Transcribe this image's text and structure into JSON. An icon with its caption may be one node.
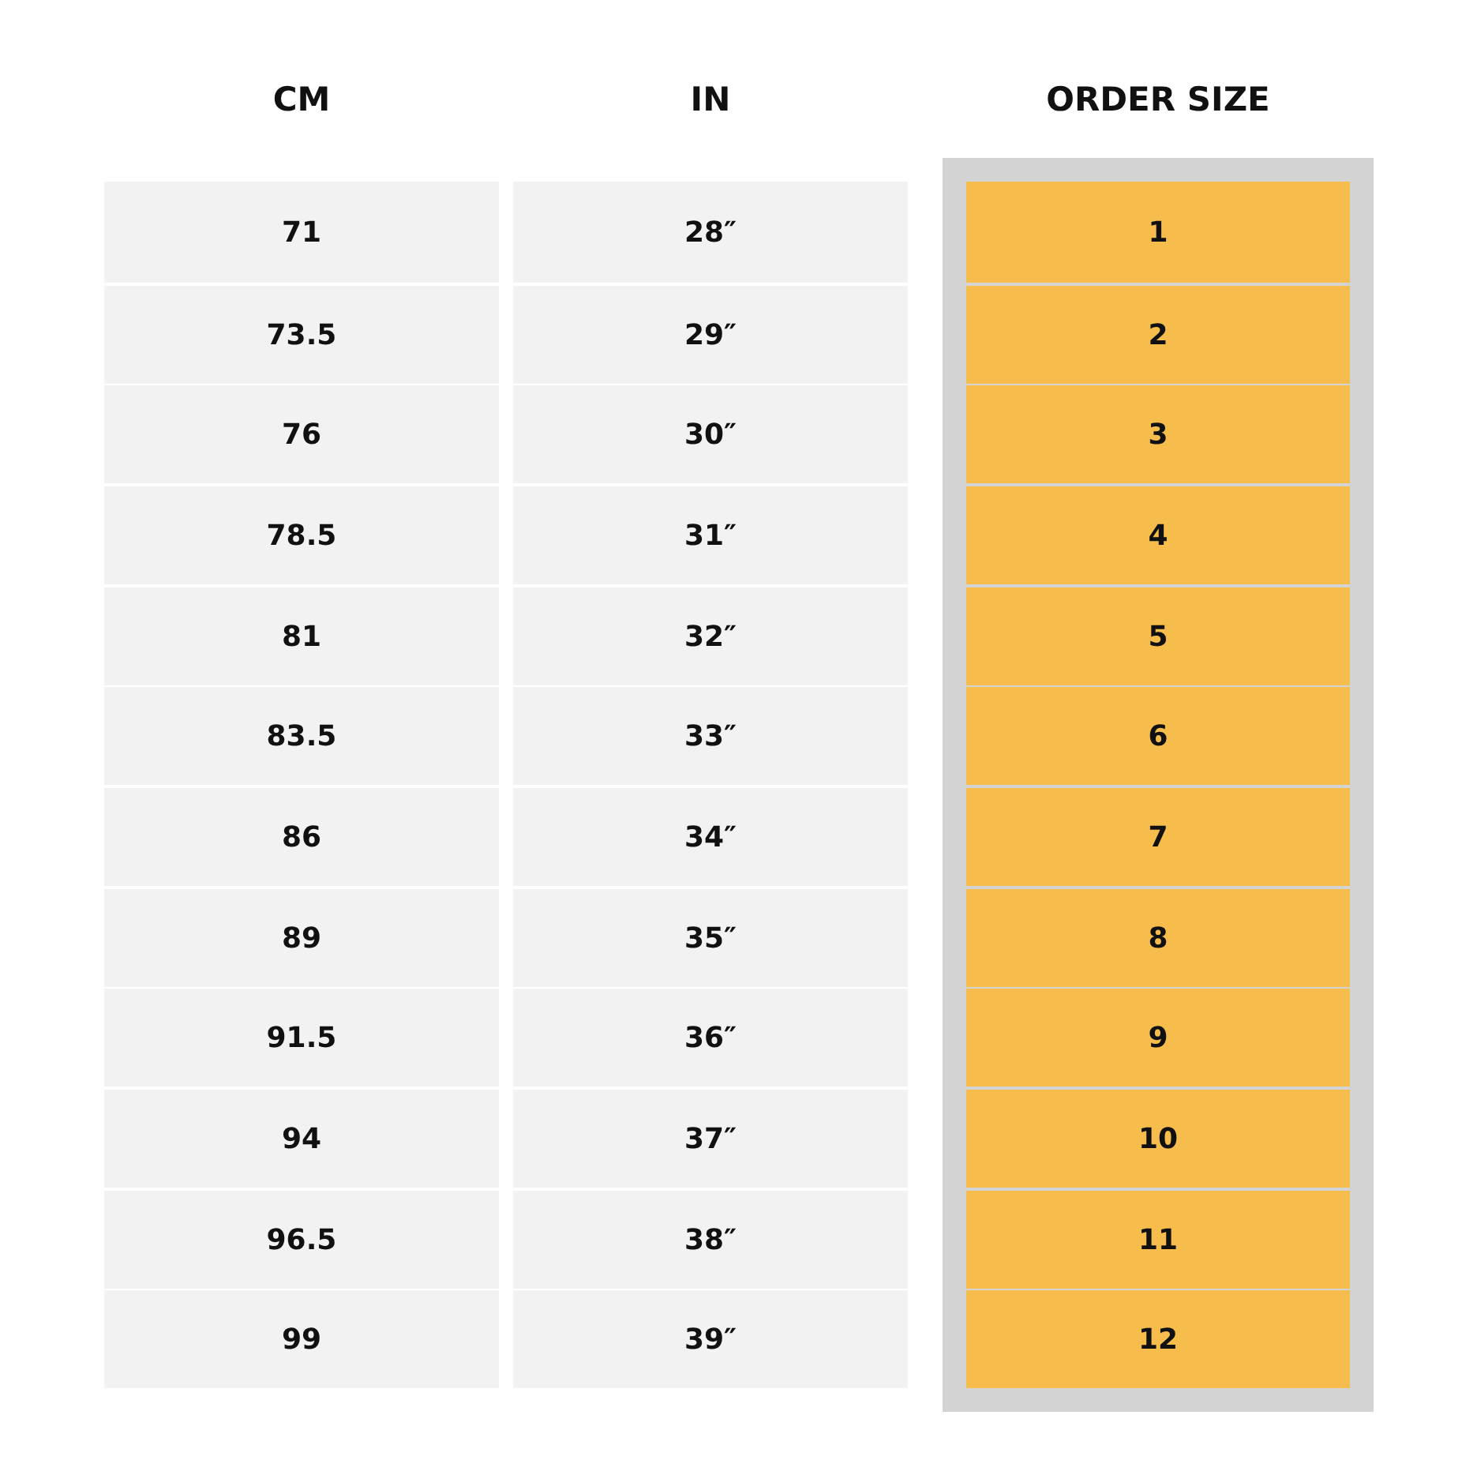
{
  "diagram": {
    "labels": [
      "CM",
      "IN",
      "ORDER SIZE",
      "71",
      "28″",
      "1",
      "73.5",
      "29″",
      "2",
      "76",
      "30″",
      "3",
      "78.5",
      "31″",
      "4",
      "81",
      "32″",
      "5",
      "83.5",
      "33″",
      "6",
      "86",
      "34″",
      "7",
      "89",
      "35″",
      "8",
      "91.5",
      "36″",
      "9",
      "94",
      "37″",
      "10",
      "96.5",
      "38″",
      "11",
      "99",
      "39″",
      "12"
    ]
  }
}
